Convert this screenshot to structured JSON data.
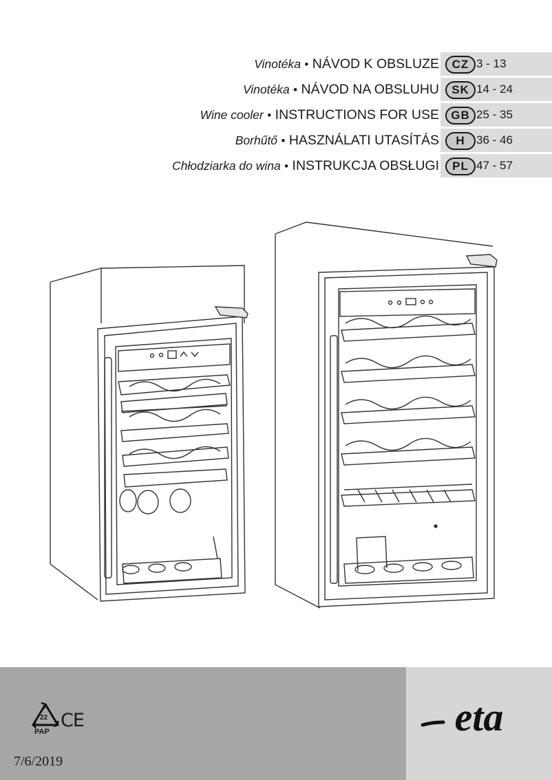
{
  "languages": [
    {
      "product": "Vinotéka",
      "title": "NÁVOD K OBSLUZE",
      "code": "CZ",
      "pages": "3 - 13"
    },
    {
      "product": "Vinotéka",
      "title": "NÁVOD NA OBSLUHU",
      "code": "SK",
      "pages": "14 - 24"
    },
    {
      "product": "Wine cooler",
      "title": "INSTRUCTIONS FOR USE",
      "code": "GB",
      "pages": "25 - 35"
    },
    {
      "product": "Borhűtő",
      "title": "HASZNÁLATI UTASÍTÁS",
      "code": "H",
      "pages": "36 - 46"
    },
    {
      "product": "Chłodziarka do wina",
      "title": "INSTRUKCJA OBSŁUGI",
      "code": "PL",
      "pages": "47 - 57"
    }
  ],
  "separator": "•",
  "footer": {
    "recycling_number": "22",
    "recycling_material": "PAP",
    "ce_mark": "CE",
    "date": "7/6/2019",
    "brand": "eta"
  },
  "colors": {
    "footer_left": "#a6a6a6",
    "footer_right": "#d6d6d6",
    "language_bar": "#dcdcdc",
    "line_art": "#333333"
  }
}
